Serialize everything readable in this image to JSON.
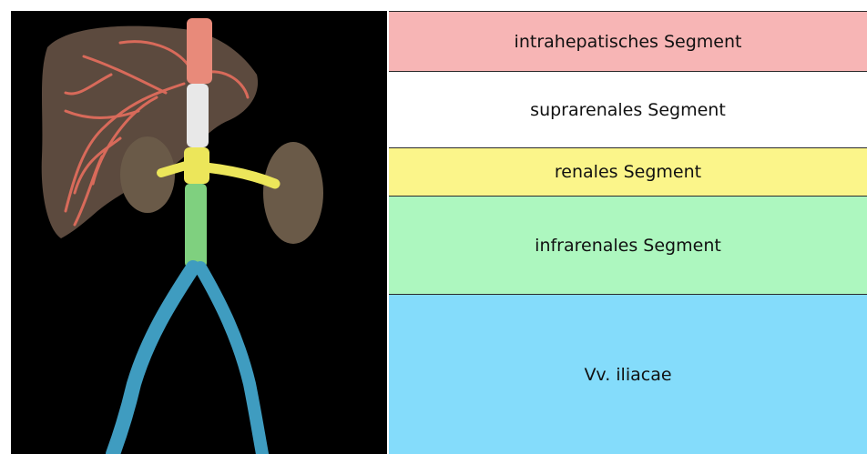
{
  "segments": [
    {
      "label": "intrahepatisches Segment",
      "color": "#f7b5b5"
    },
    {
      "label": "suprarenales Segment",
      "color": "#ffffff"
    },
    {
      "label": "renales Segment",
      "color": "#fbf58a"
    },
    {
      "label": "infrarenales Segment",
      "color": "#adf7bf"
    },
    {
      "label": "Vv. iliacae",
      "color": "#84dcfb"
    }
  ],
  "image": {
    "background": "#000000",
    "liver_color": "#5c4a3e",
    "kidney_color": "#6a5a48",
    "vessel_color": "#d86a5a",
    "ivc_hepatic_color": "#e88a7a",
    "ivc_suprarenal_color": "#e8e8e8",
    "ivc_renal_color": "#ece65a",
    "ivc_infrarenal_color": "#7fd07f",
    "iliac_color": "#3f9cc0"
  }
}
